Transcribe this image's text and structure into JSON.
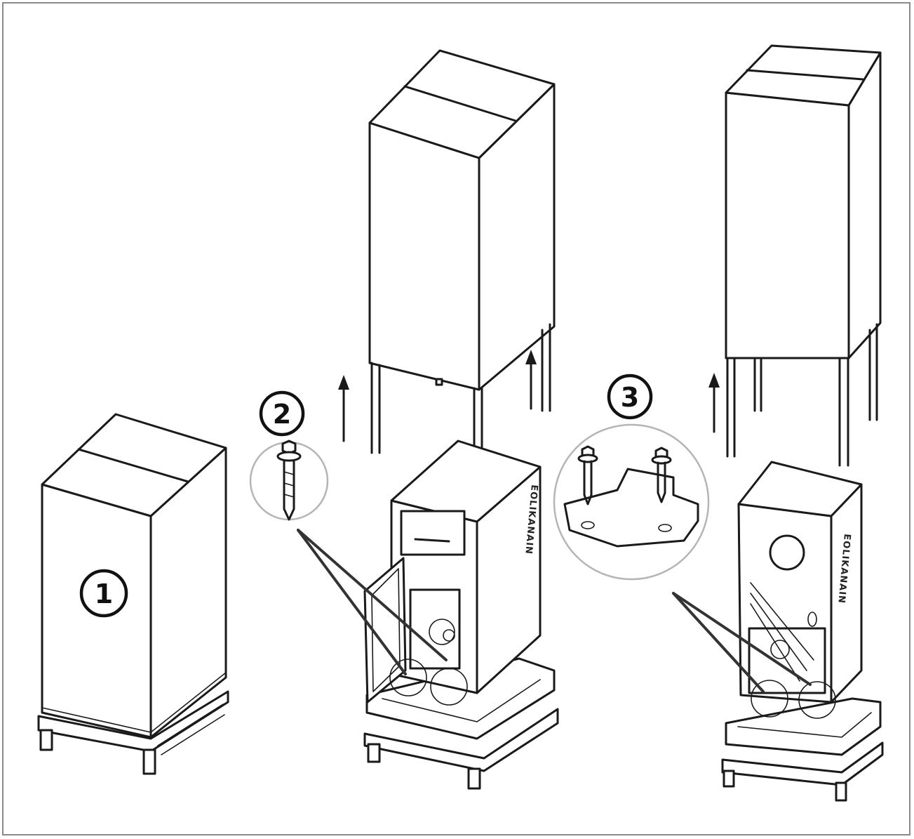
{
  "steps": [
    {
      "number": "1"
    },
    {
      "number": "2"
    },
    {
      "number": "3"
    }
  ],
  "brand_text": "EOLIKANAIN",
  "colors": {
    "line": "#1a1a1a",
    "zoom_ring": "#b5b5b5",
    "background": "#ffffff"
  }
}
